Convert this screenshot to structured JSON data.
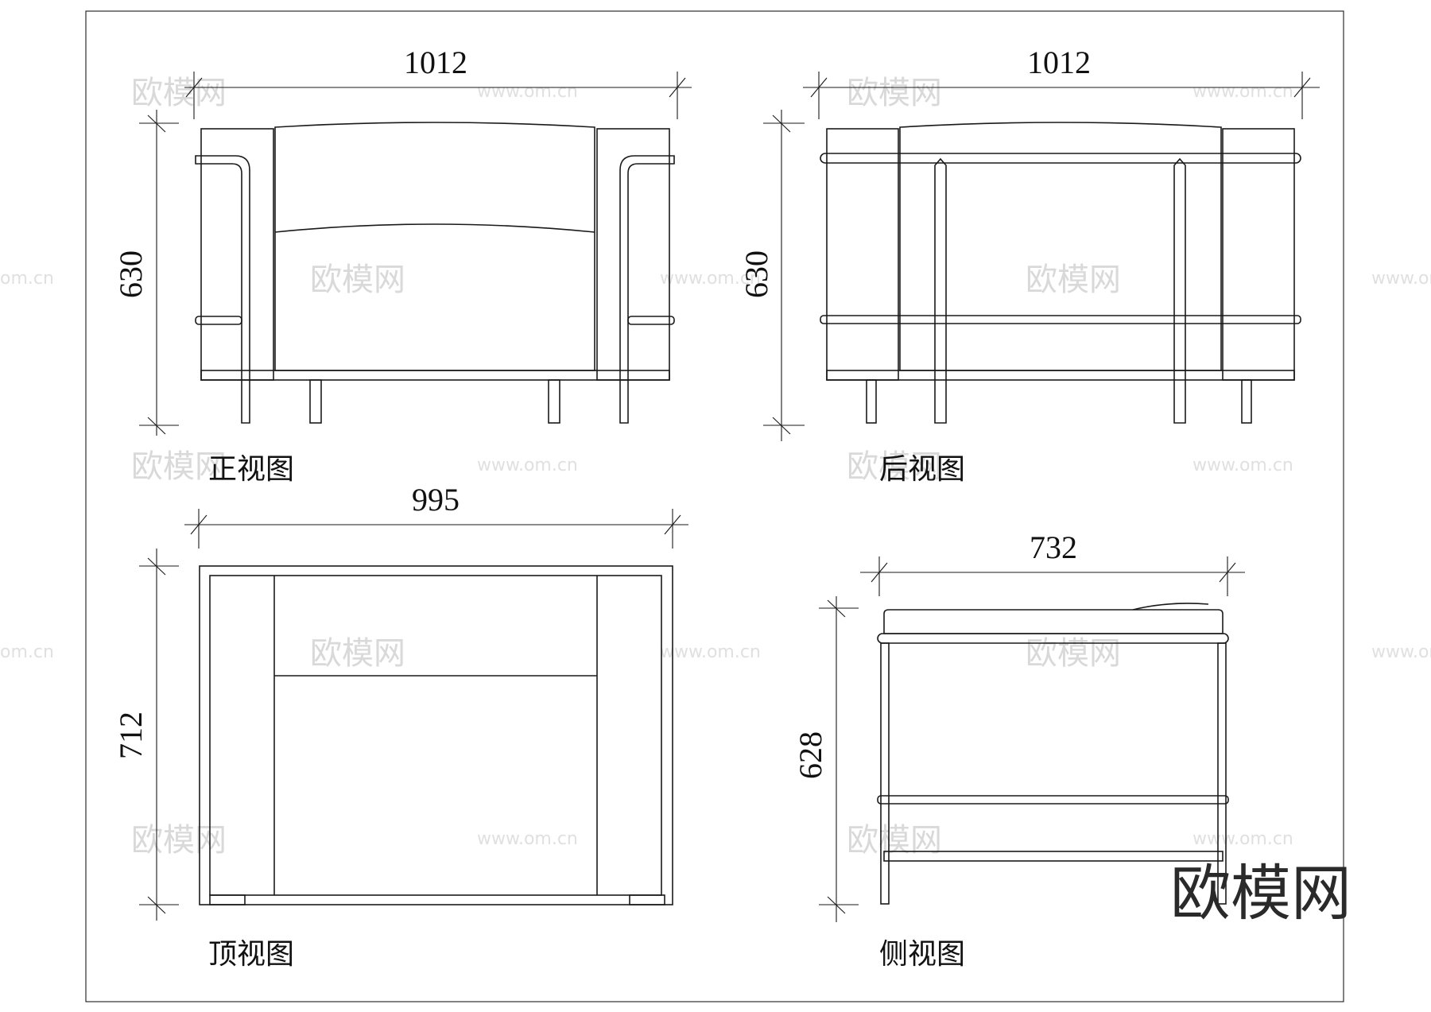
{
  "dimensions": {
    "front_width": "1012",
    "front_height": "630",
    "back_width": "1012",
    "back_height": "630",
    "top_width": "995",
    "top_depth": "712",
    "side_width": "732",
    "side_height": "628"
  },
  "captions": {
    "front": "正视图",
    "back": "后视图",
    "top": "顶视图",
    "side": "侧视图"
  },
  "watermark": {
    "brand": "欧模网",
    "url": "www.om.cn",
    "url_short": "om.cn"
  },
  "colors": {
    "line": "#1a1a1a",
    "watermark": "#d9d9d9",
    "background": "#ffffff"
  }
}
